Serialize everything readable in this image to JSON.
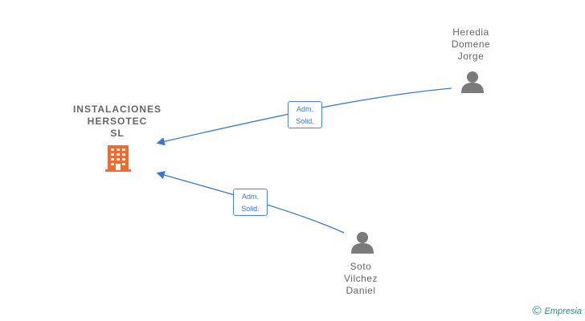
{
  "company": {
    "name_lines": [
      "INSTALACIONES",
      "HERSOTEC",
      "SL"
    ],
    "icon": "building-icon",
    "color": "#f26a2e"
  },
  "persons": [
    {
      "name_lines": [
        "Heredia",
        "Domene",
        "Jorge"
      ],
      "icon": "person-icon"
    },
    {
      "name_lines": [
        "Soto",
        "Vilchez",
        "Daniel"
      ],
      "icon": "person-icon"
    }
  ],
  "relations": [
    {
      "from": "Heredia Domene Jorge",
      "label_lines": [
        "Adm.",
        "Solid."
      ]
    },
    {
      "from": "Soto Vilchez Daniel",
      "label_lines": [
        "Adm.",
        "Solid."
      ]
    }
  ],
  "colors": {
    "edge": "#3a78c8",
    "person": "#7a7a7a",
    "text": "#666666"
  },
  "footer": {
    "copyright_symbol": "©",
    "brand": "Empresia"
  }
}
